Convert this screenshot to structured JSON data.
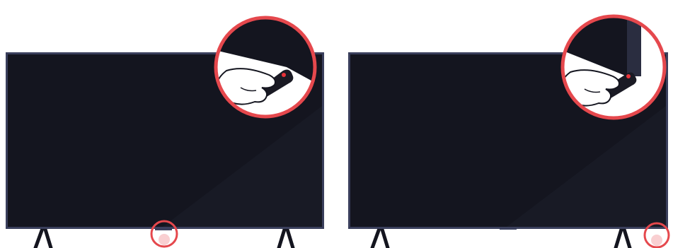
{
  "illustration": {
    "panels": [
      {
        "id": "left",
        "depiction": "tv-with-remote-sensor-bottom-center",
        "highlight": "bottom-center-sensor"
      },
      {
        "id": "right",
        "depiction": "tv-with-remote-sensor-bottom-right",
        "highlight": "bottom-right-sensor"
      }
    ],
    "colors": {
      "screen": "#14151f",
      "bezel": "#3a3f5c",
      "highlight_ring": "#e5484d",
      "sensor_dot": "#e8333a",
      "hand": "#ffffff",
      "remote": "#1a1a24",
      "background": "#ffffff"
    }
  }
}
